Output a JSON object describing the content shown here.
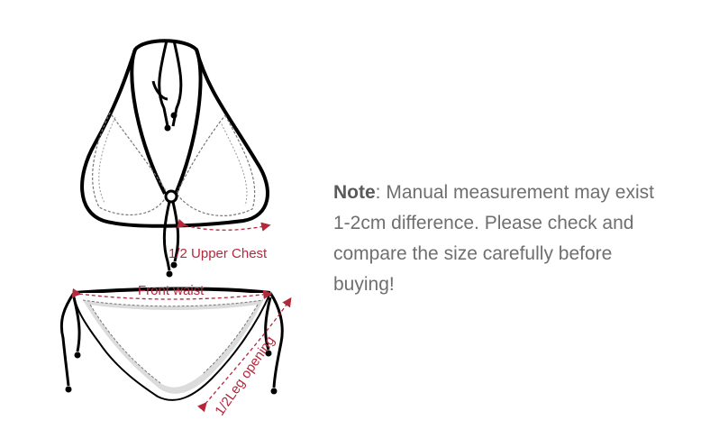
{
  "labels": {
    "upper_chest": "1/2 Upper Chest",
    "front_waist": "Front waist",
    "leg_opening": "1/2Leg opening"
  },
  "note": {
    "bold": "Note",
    "text": ": Manual measurement may exist 1-2cm difference. Please check and compare the size carefully before buying!"
  },
  "colors": {
    "measure": "#b3283b",
    "outline": "#000000",
    "note_text": "#6f6f6f"
  }
}
